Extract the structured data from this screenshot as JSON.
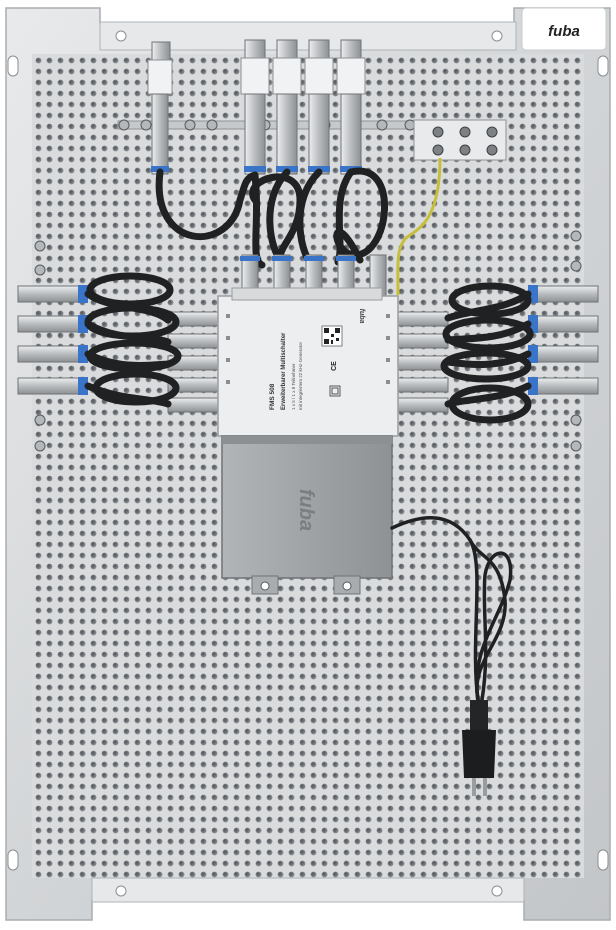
{
  "brand": {
    "logo_text": "fuba"
  },
  "device": {
    "model": "FMS 508",
    "title": "Erweiterbarer Multischalter",
    "spec_line_1": "1 x 5 / 1 x 8 Teilnehmer",
    "spec_line_2": "mit integriertem 22 kHz-Generator",
    "ce_mark": "CE",
    "psu_logo": "fuba"
  },
  "colors": {
    "panel": "#d9dbdd",
    "panel_edge": "#b7babd",
    "hole": "#7f8488",
    "cable": "#1f2123",
    "connector": "#c9cbcd",
    "ring": "#3a74c8",
    "ground_wire": "#c7bf3a",
    "housing": "#eceeef",
    "psu": "#a4a7aa"
  }
}
